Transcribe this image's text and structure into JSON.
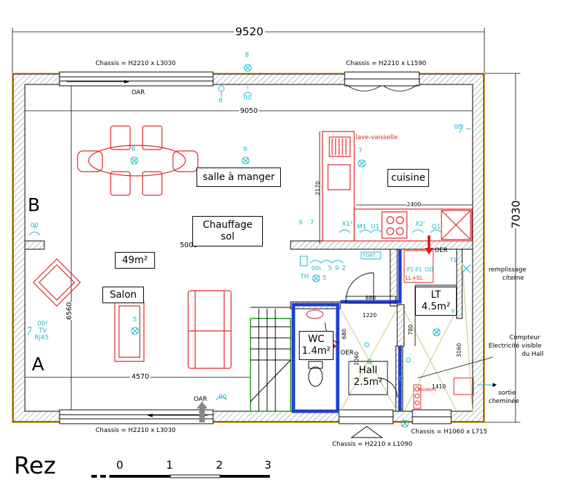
{
  "dimensions": {
    "overall_width": "9520",
    "overall_height": "7030",
    "inner_width": "9050",
    "left_height": "6560",
    "axis_line": "5000",
    "salon_line": "4570",
    "kitchen_run": "2400",
    "kitchen_depth": "2170",
    "door_hall_lt": "880",
    "corridor": "1220",
    "wc_door": "680",
    "lt_door": "780",
    "hall_width": "2060",
    "right_run": "1410",
    "right_col": "3160"
  },
  "chassis": {
    "top_left": "Chassis = H2210 x L3030",
    "top_right": "Chassis = H2210 x L1590",
    "bottom_left": "Chassis = H2210 x L3030",
    "bottom_center": "Chassis = H2210 x L1090",
    "bottom_right": "Chassis = H1060 x L715"
  },
  "rooms": {
    "salle": "salle à manger",
    "cuisine": "cuisine",
    "chauffage_1": "Chauffage",
    "chauffage_2": "sol",
    "area_main": "49m²",
    "salon": "Salon",
    "wc_name": "WC",
    "wc_area": "1.4m²",
    "lt_name": "LT",
    "lt_area": "4.5m²",
    "hall_name": "Hall",
    "hall_area": "2.5m²"
  },
  "axes": {
    "a": "A",
    "b": "B"
  },
  "annotations": {
    "oar_top": "OAR",
    "oar_bottom": "OAR",
    "lave_vaisselle": "lave-vaisselle",
    "remplissage_1": "remplissage",
    "remplissage_2": "citerne",
    "compteur_1": "Compteur",
    "compteur_2": "Electricité visible",
    "compteur_3": "du Hall",
    "sortie_1": "sortie",
    "sortie_2": "cheminée",
    "oer_1": "OER",
    "oer_2": "OER",
    "tgbt": "TGBT",
    "ll_sl": "LL+SL",
    "modem": "modem",
    "tv_1": "00²",
    "tv_2": "TV",
    "tv_3": "RJ45",
    "th": "TH"
  },
  "electrical": {
    "l8": "8",
    "l8b": "8",
    "l00a": "00",
    "l00b": "00",
    "l00c": "00",
    "l00d": "00",
    "l6a": "6",
    "l6b": "6",
    "l7": "7",
    "l5a": "5",
    "l5b": "5",
    "x1": "X1²",
    "x2": "X2'",
    "m1": "M1",
    "u1": "U1",
    "q1": "Q1",
    "six": "6",
    "seven": "7",
    "five": "5",
    "nine": "9",
    "two": "2",
    "p1": "P1",
    "p1b": "P1",
    "od": "OD",
    "t1": "T1",
    "v": "V",
    "mc": "00s"
  },
  "scale": {
    "level": "Rez",
    "ticks": [
      "0",
      "1",
      "2",
      "3"
    ]
  },
  "colors": {
    "wall": "#000000",
    "fixture": "#e02020",
    "electrical": "#18b6c8",
    "plumbing": "#1f3fd0",
    "stairs": "#2aa02a",
    "outline": "#e8b030",
    "swing": "#c8c870"
  }
}
